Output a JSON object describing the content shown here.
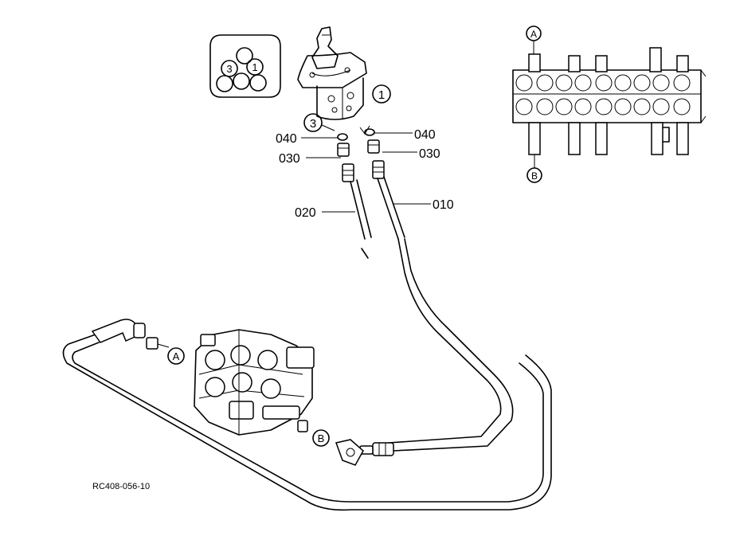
{
  "labels": {
    "part_1": "1",
    "part_3": "3",
    "c040_left": "040",
    "c040_right": "040",
    "c030_left": "030",
    "c030_right": "030",
    "c020": "020",
    "c010": "010",
    "port_a_main": "A",
    "port_b_main": "B",
    "port_a_inset": "A",
    "port_b_inset": "B",
    "inset_3": "3",
    "inset_1": "1",
    "drawing_code": "RC408-056-10"
  }
}
